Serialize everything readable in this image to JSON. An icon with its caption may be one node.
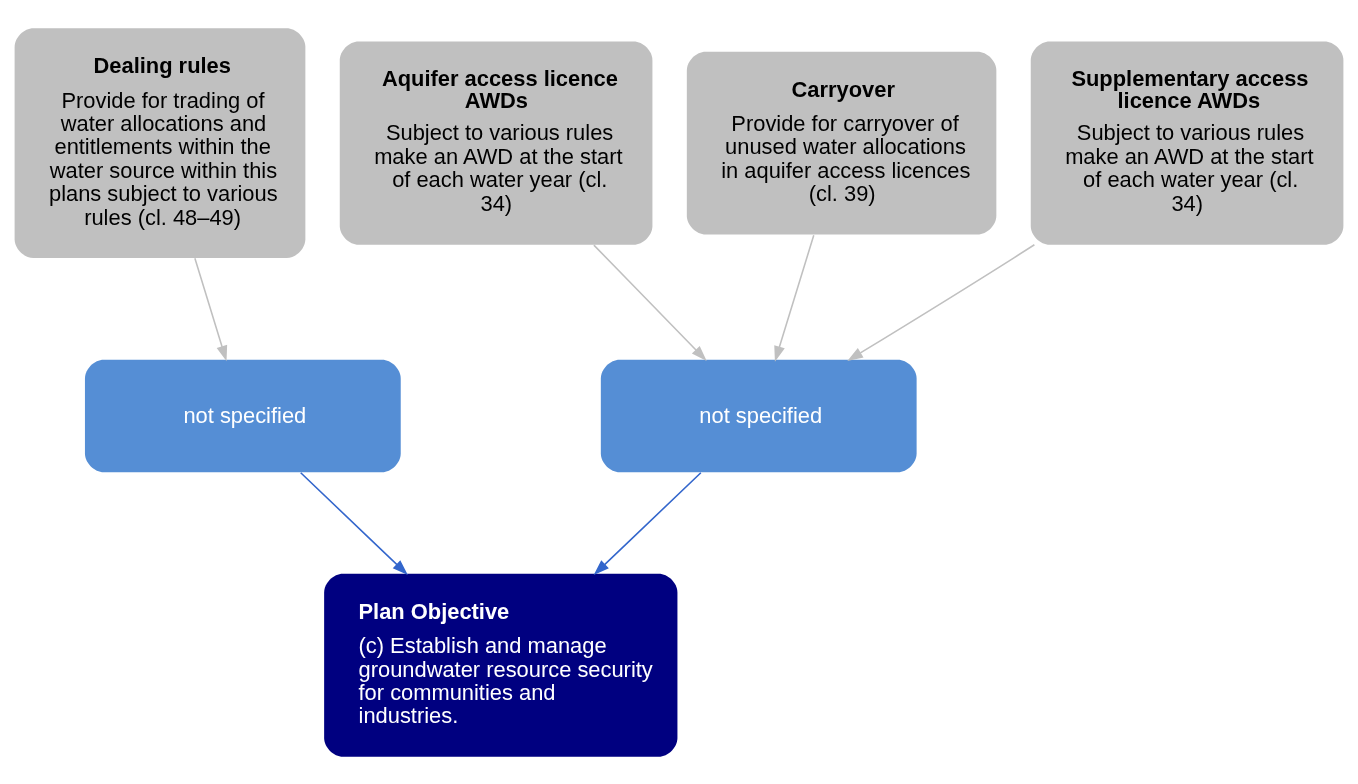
{
  "diagram": {
    "nodes": [
      {
        "text": [
          "Dealing rules",
          "Provide for trading of water allocations and entitlements within the water source within this plans subject to various rules (cl. 48–49)"
        ]
      },
      {
        "text": [
          "Aquifer access licence AWDs",
          "Subject to various rules make an AWD at the start of each water year (cl. 34)"
        ]
      },
      {
        "text": [
          "Carryover",
          "Provide for carryover of unused water allocations in aquifer access licences (cl. 39)"
        ]
      },
      {
        "text": [
          "Supplementary access licence AWDs",
          "Subject to various rules make an AWD at the start of each water year (cl. 34)"
        ]
      },
      {
        "text": [
          "not specified"
        ]
      },
      {
        "text": [
          "not specified"
        ]
      },
      {
        "text": [
          "Plan Objective",
          "(c) Establish and manage groundwater resource security for communities and industries."
        ]
      }
    ],
    "edges": [
      {
        "from": 0,
        "to": 4,
        "arrow": "to"
      },
      {
        "from": 1,
        "to": 5,
        "arrow": "to"
      },
      {
        "from": 2,
        "to": 5,
        "arrow": "to"
      },
      {
        "from": 3,
        "to": 5,
        "arrow": "to"
      },
      {
        "from": 4,
        "to": 6,
        "arrow": "to",
        "color": "#3366cc"
      },
      {
        "from": 5,
        "to": 6,
        "arrow": "to",
        "color": "#3366cc"
      }
    ]
  }
}
